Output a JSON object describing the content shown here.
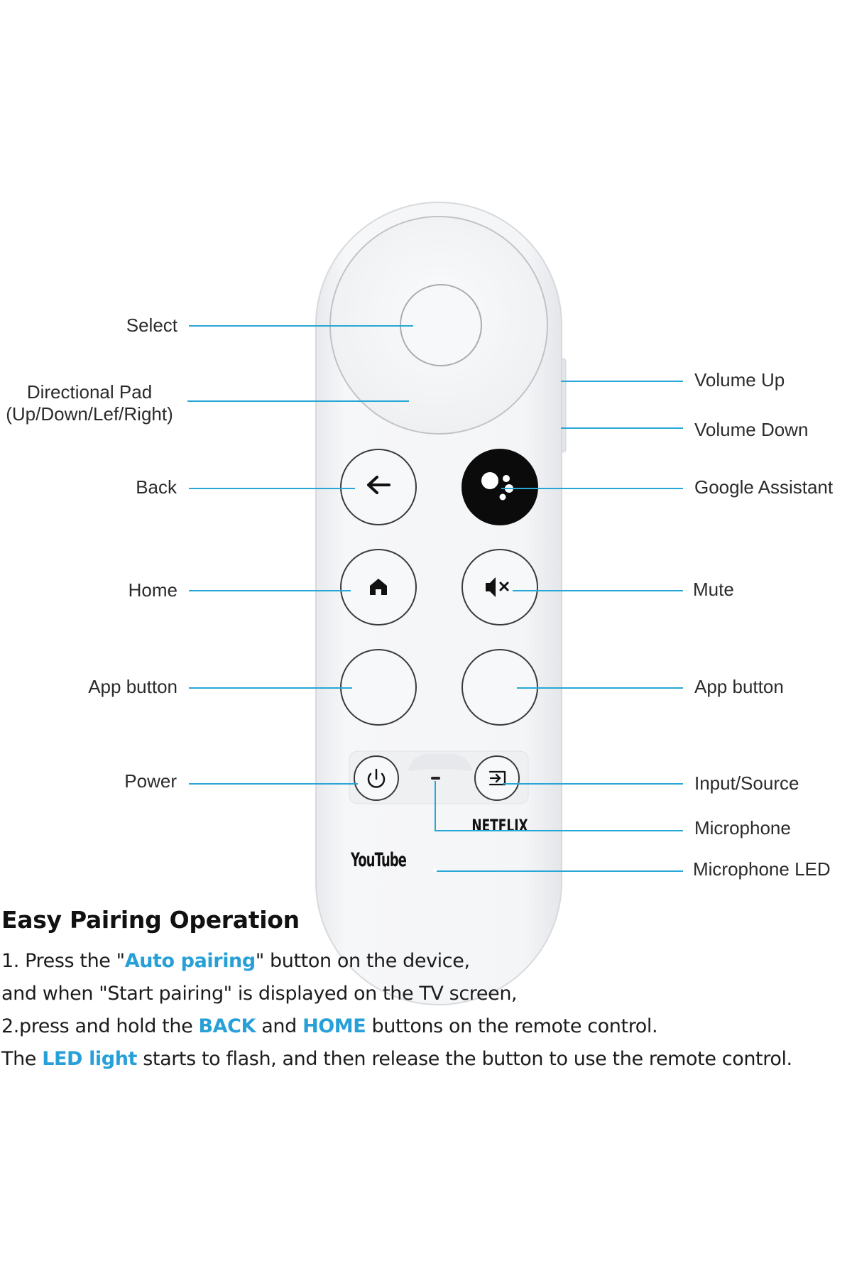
{
  "labels": {
    "select": "Select",
    "dpad": "Directional Pad\n(Up/Down/Lef/Right)",
    "back": "Back",
    "home": "Home",
    "app_left": "App button",
    "power": "Power",
    "volume_up": "Volume Up",
    "volume_down": "Volume Down",
    "google_assistant": "Google Assistant",
    "mute": "Mute",
    "app_right": "App button",
    "input_source": "Input/Source",
    "microphone": "Microphone",
    "microphone_led": "Microphone LED"
  },
  "buttons": {
    "youtube": "YouTube",
    "netflix": "NETFLIX"
  },
  "instructions": {
    "title": "Easy Pairing Operation",
    "line1_a": "1. Press the \"",
    "line1_hl": "Auto pairing",
    "line1_b": "\" button on the device,",
    "line2": "and when \"Start pairing\" is displayed on the TV screen,",
    "line3_a": "2.press and hold the ",
    "line3_hl1": "BACK",
    "line3_b": " and ",
    "line3_hl2": "HOME",
    "line3_c": " buttons on the remote control.",
    "line4_a": "The ",
    "line4_hl": "LED light",
    "line4_b": " starts to flash, and then release the button to use the remote control."
  },
  "colors": {
    "accent": "#27a7d6",
    "remote_body": "#f4f5f7",
    "assistant_button": "#0b0b0b"
  }
}
